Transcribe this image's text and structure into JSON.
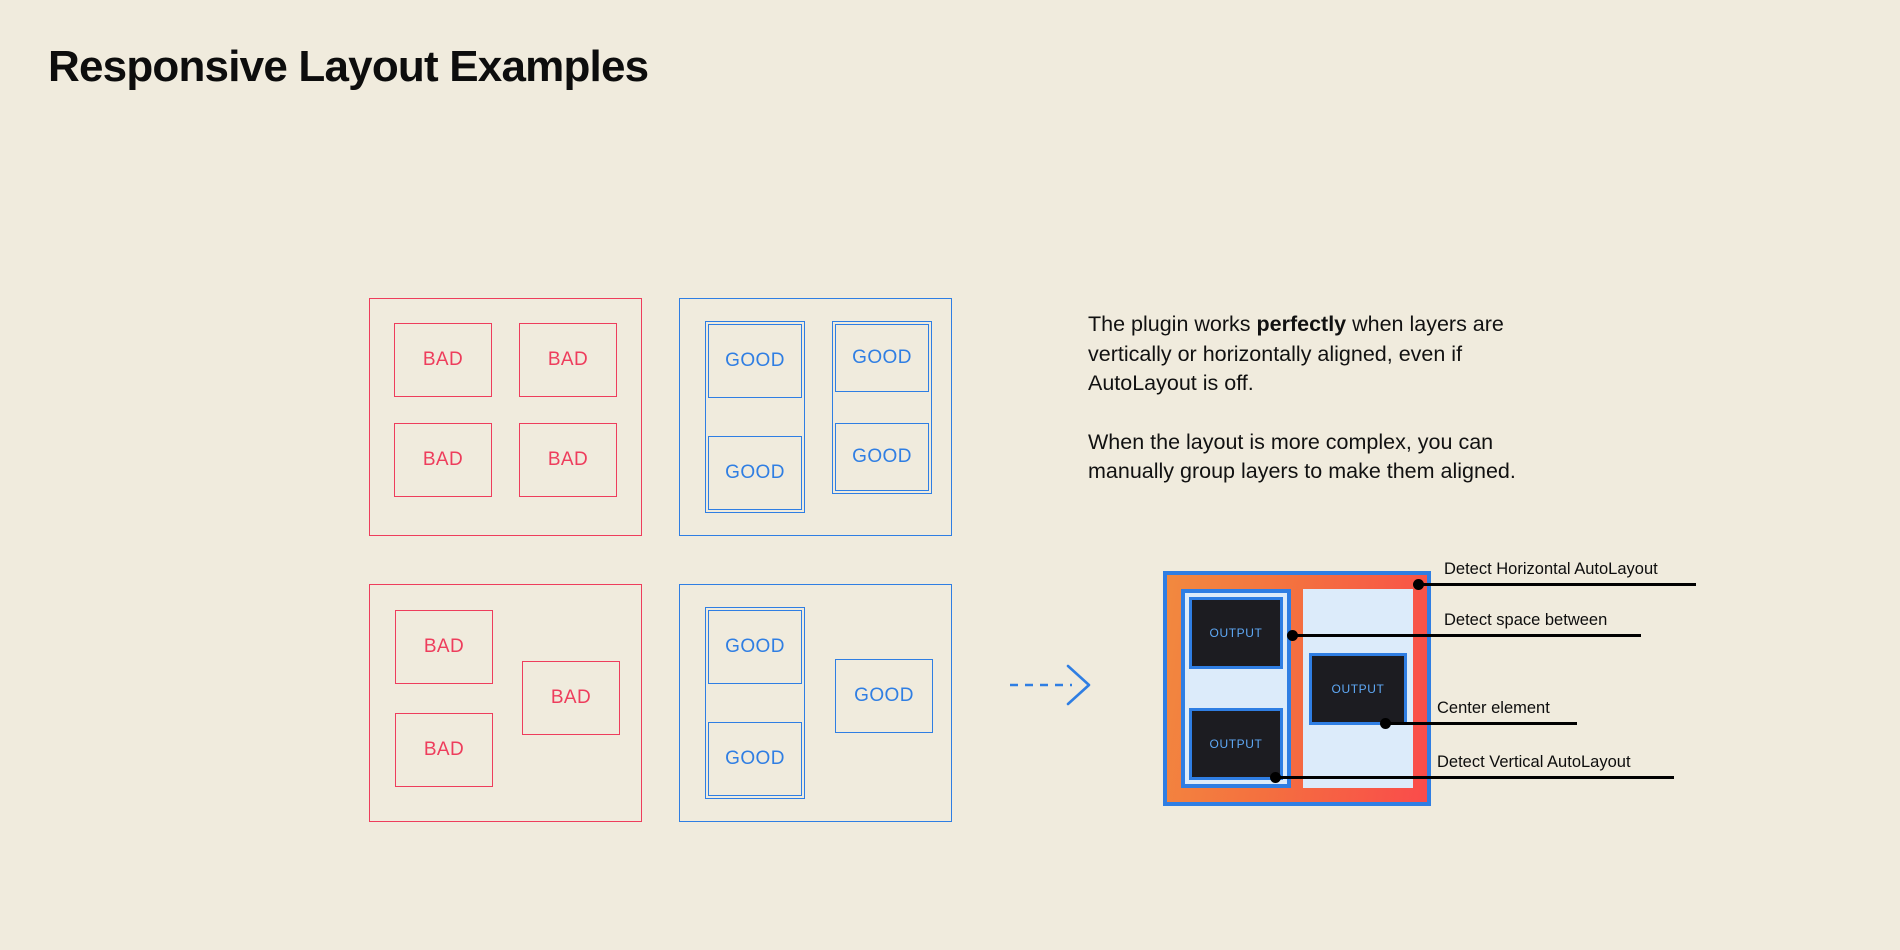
{
  "page": {
    "title": "Responsive Layout Examples",
    "background_color": "#F0EBDD"
  },
  "colors": {
    "bad": "#EE3D5C",
    "good": "#2F7EE3",
    "text": "#111111",
    "diagram_frame_start": "#F2893F",
    "diagram_frame_end": "#FA4B4B",
    "diagram_panel": "#DCEBFA",
    "output_bg": "#1C1C21",
    "output_text": "#5EA8F5",
    "arrow": "#2F7EE3",
    "callout": "#000000"
  },
  "examples": {
    "panels": [
      {
        "name": "bad-grid",
        "variant": "bad",
        "boxes": [
          {
            "label": "BAD"
          },
          {
            "label": "BAD"
          },
          {
            "label": "BAD"
          },
          {
            "label": "BAD"
          }
        ]
      },
      {
        "name": "good-grid",
        "variant": "good",
        "groups": [
          {
            "boxes": [
              {
                "label": "GOOD"
              },
              {
                "label": "GOOD"
              }
            ]
          },
          {
            "boxes": [
              {
                "label": "GOOD"
              },
              {
                "label": "GOOD"
              }
            ]
          }
        ]
      },
      {
        "name": "bad-misaligned",
        "variant": "bad",
        "boxes": [
          {
            "label": "BAD"
          },
          {
            "label": "BAD"
          },
          {
            "label": "BAD"
          }
        ]
      },
      {
        "name": "good-grouped",
        "variant": "good",
        "groups": [
          {
            "boxes": [
              {
                "label": "GOOD"
              },
              {
                "label": "GOOD"
              }
            ]
          }
        ],
        "single": {
          "label": "GOOD"
        }
      }
    ]
  },
  "arrow": {
    "icon": "dashed-arrow-right-icon",
    "style": "dashed"
  },
  "copy": {
    "paragraph_1": {
      "before": "The plugin works ",
      "emphasis": "perfectly",
      "after": " when layers are vertically or horizontally aligned, even if AutoLayout is off."
    },
    "paragraph_2": "When the layout is more complex, you can manually group layers to make them aligned."
  },
  "diagram": {
    "left_column": {
      "outputs": [
        {
          "label": "OUTPUT"
        },
        {
          "label": "OUTPUT"
        }
      ]
    },
    "right_column": {
      "output": {
        "label": "OUTPUT"
      }
    },
    "callouts": [
      {
        "label": "Detect Horizontal AutoLayout"
      },
      {
        "label": "Detect space between"
      },
      {
        "label": "Center element"
      },
      {
        "label": "Detect Vertical AutoLayout"
      }
    ]
  }
}
